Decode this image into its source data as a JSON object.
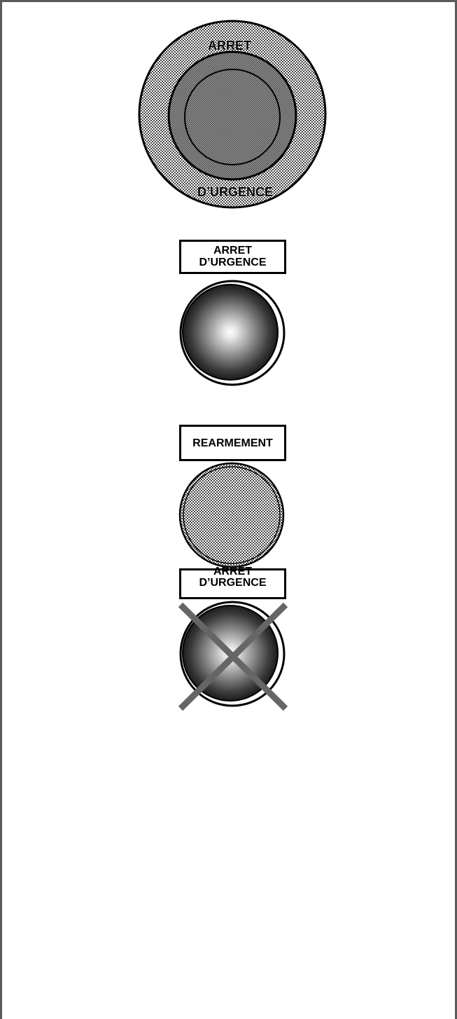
{
  "panel_1": {
    "top_text": "ARRET",
    "bottom_text": "D’URGENCE"
  },
  "panel_2": {
    "label_line_1": "ARRET",
    "label_line_2": "D’URGENCE"
  },
  "panel_3": {
    "label": "REARMEMENT"
  },
  "panel_4": {
    "label_line_1": "ARRET",
    "label_line_2": "D’URGENCE"
  }
}
